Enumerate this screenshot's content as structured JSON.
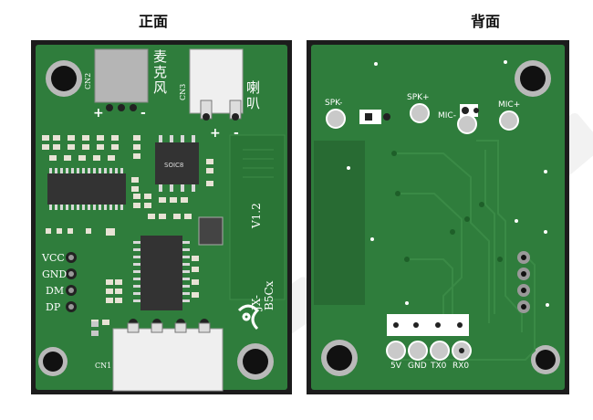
{
  "titles": {
    "front": "正面",
    "back": "背面"
  },
  "front": {
    "connectors": {
      "cn2": "CN2",
      "cn3": "CN3",
      "cn1": "CN1"
    },
    "labels": {
      "mic": "麦克风",
      "speaker": "喇叭"
    },
    "polarity": {
      "mic_plus": "+",
      "mic_minus": "-",
      "spk_plus": "+",
      "spk_minus": "-"
    },
    "chip": "SOIC8",
    "version": "V1.2",
    "model": "JX-B5Cx",
    "pins": [
      "VCC",
      "GND",
      "DM",
      "DP"
    ]
  },
  "back": {
    "pads_top": [
      "SPK-",
      "SPK+",
      "MIC-",
      "MIC+"
    ],
    "pads_bottom": [
      "5V",
      "GND",
      "TX0",
      "RX0"
    ]
  },
  "colors": {
    "pcb": "#2f7d3c",
    "pcb_dark": "#286b33",
    "silk": "#ffffff",
    "pad": "#c9c9c9",
    "frame": "#1c1c1c"
  }
}
